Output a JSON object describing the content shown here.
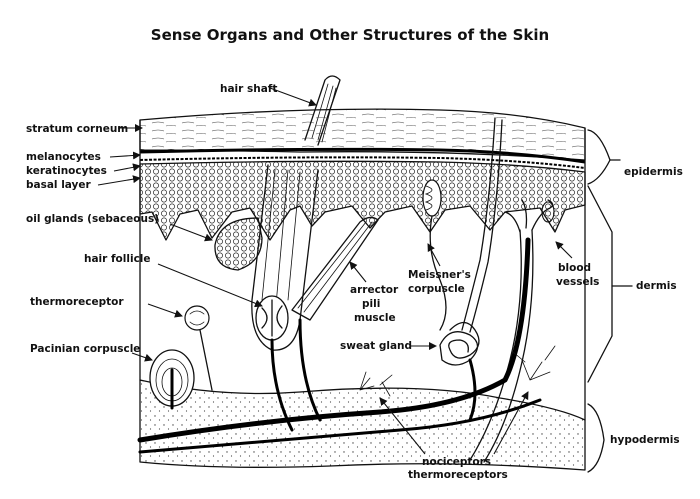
{
  "title": "Sense Organs and Other Structures of the Skin",
  "labels": {
    "hair_shaft": "hair shaft",
    "stratum_corneum": "stratum corneum",
    "melanocytes": "melanocytes",
    "keratinocytes": "keratinocytes",
    "basal_layer": "basal layer",
    "oil_glands": "oil glands (sebaceous)",
    "hair_follicle": "hair follicle",
    "thermoreceptor": "thermoreceptor",
    "pacinian_corpuscle": "Pacinian corpuscle",
    "arrector_1": "arrector",
    "arrector_2": "pili",
    "arrector_3": "muscle",
    "meissner_1": "Meissner's",
    "meissner_2": "corpuscle",
    "sweat_gland": "sweat gland",
    "blood_1": "blood",
    "blood_2": "vessels",
    "epidermis": "epidermis",
    "dermis": "dermis",
    "hypodermis": "hypodermis",
    "nociceptors": "nociceptors",
    "thermoreceptors": "thermoreceptors"
  }
}
